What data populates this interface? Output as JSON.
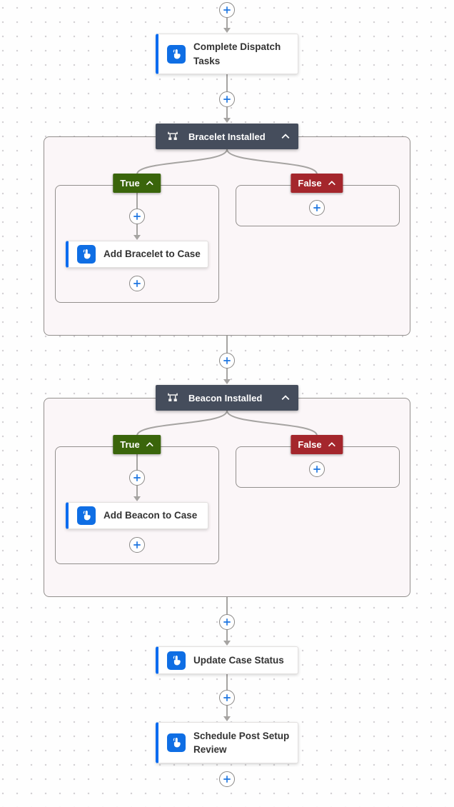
{
  "flow": {
    "actions": {
      "complete_dispatch_tasks": {
        "title": "Complete Dispatch Tasks"
      },
      "add_bracelet_to_case": {
        "title": "Add Bracelet to Case"
      },
      "add_beacon_to_case": {
        "title": "Add Beacon to Case"
      },
      "update_case_status": {
        "title": "Update Case Status"
      },
      "schedule_post_setup_review": {
        "title": "Schedule Post Setup Review"
      }
    },
    "conditions": {
      "bracelet_installed": {
        "title": "Bracelet Installed",
        "true_label": "True",
        "false_label": "False"
      },
      "beacon_installed": {
        "title": "Beacon Installed",
        "true_label": "True",
        "false_label": "False"
      }
    }
  },
  "icons": {
    "action": "tap-icon",
    "condition": "condition-icon",
    "collapse": "chevron-up-icon",
    "insert": "plus-icon"
  },
  "colors": {
    "action_accent": "#0b6cf0",
    "action_icon_bg": "#0f6ee4",
    "condition_header_bg": "#454d5c",
    "true_badge_bg": "#3a650b",
    "false_badge_bg": "#a4262c",
    "connector": "#a6a4a2",
    "scope_fill": "#fbf6f8",
    "scope_border": "#928f8d"
  }
}
